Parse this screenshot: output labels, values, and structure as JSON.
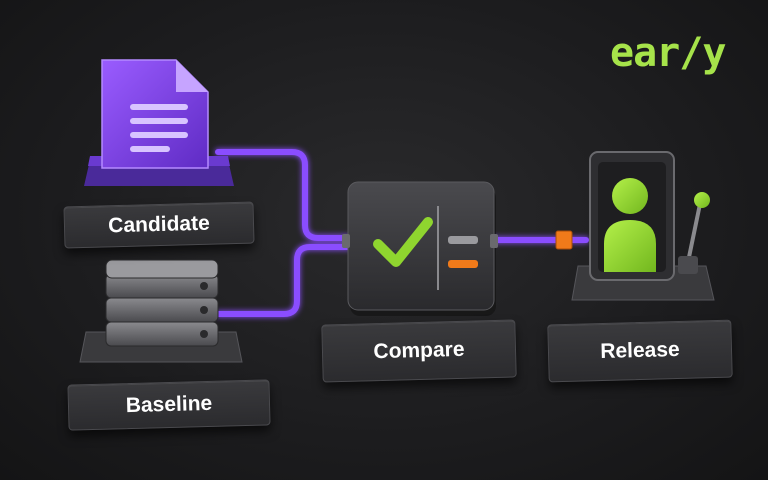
{
  "brand": {
    "logo_text": "ear/y",
    "logo_color": "#a6e34a"
  },
  "colors": {
    "connector": "#8a4dff",
    "candidate_doc": "#7b3fe0",
    "check": "#8fd52f",
    "release_person": "#8fd52f",
    "port_orange": "#f07a1a",
    "label_text": "#ffffff"
  },
  "nodes": {
    "candidate": {
      "label": "Candidate",
      "icon": "document-icon"
    },
    "baseline": {
      "label": "Baseline",
      "icon": "server-stack-icon"
    },
    "compare": {
      "label": "Compare",
      "icon": "checkmark-compare-icon"
    },
    "release": {
      "label": "Release",
      "icon": "person-lever-icon"
    }
  }
}
